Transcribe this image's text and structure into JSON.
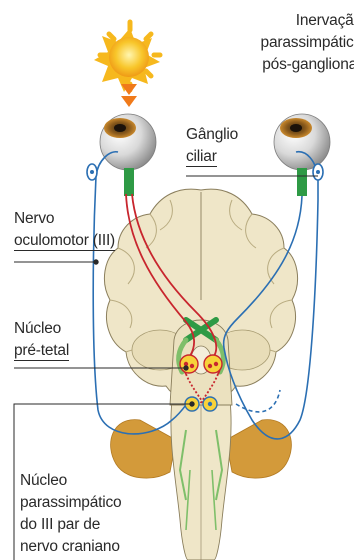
{
  "labels": {
    "inervacao": [
      "Inervação",
      "parassimpática",
      "pós-ganglionar"
    ],
    "ganglio": [
      "Gânglio",
      "ciliar"
    ],
    "nervo": [
      "Nervo",
      "oculomotor (III)"
    ],
    "nucleo_pretetal": [
      "Núcleo",
      "pré-tetal"
    ],
    "nucleo_parassimpatico": [
      "Núcleo",
      "parassimpático",
      "do III par de",
      "nervo craniano"
    ]
  },
  "colors": {
    "sun": "#f6b81d",
    "light_arrow": "#f07a1a",
    "afferent_pathway": "#c8262e",
    "efferent_pathway": "#2b6fb3",
    "ganglion_nerve": "#2e9a45",
    "brain": "#efe6c8",
    "cerebellum": "#d39a3a"
  },
  "icons": [
    "sun-icon",
    "eye-left-icon",
    "eye-right-icon"
  ]
}
